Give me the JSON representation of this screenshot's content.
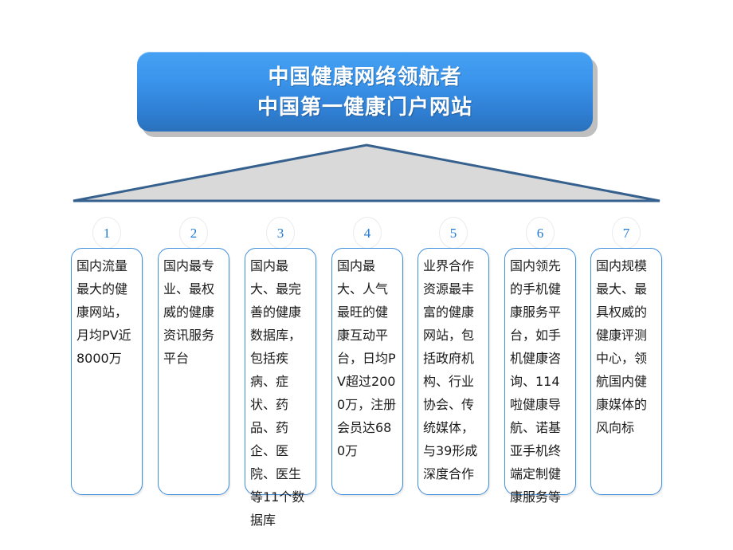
{
  "slide": {
    "background_color": "#ffffff",
    "banner": {
      "lines": [
        "中国健康网络领航者",
        "中国第一健康门户网站"
      ],
      "gradient_top": "#45a1f3",
      "gradient_bottom": "#2a71bc",
      "text_color": "#ffffff"
    },
    "roof": {
      "fill_color": "#d9d9d9",
      "border_color": "#36618e",
      "shape": "triangle"
    },
    "pillars": [
      {
        "number": "1",
        "text": "国内流量最大的健康网站，月均PV近8000万"
      },
      {
        "number": "2",
        "text": "国内最专业、最权威的健康资讯服务平台"
      },
      {
        "number": "3",
        "text": "国内最大、最完善的健康数据库，包括疾病、症状、药品、药企、医院、医生等11个数据库"
      },
      {
        "number": "4",
        "text": "国内最大、人气最旺的健康互动平台，日均PV超过2000万，注册会员达680万"
      },
      {
        "number": "5",
        "text": "业界合作资源最丰富的健康网站，包括政府机构、行业协会、传统媒体，与39形成深度合作"
      },
      {
        "number": "6",
        "text": "国内领先的手机健康服务平台，如手机健康咨询、114啦健康导航、诺基亚手机终端定制健康服务等"
      },
      {
        "number": "7",
        "text": "国内规模最大、最具权威的健康评测中心，领航国内健康媒体的风向标"
      }
    ],
    "accent_colors": {
      "card_border": "#3f8fdc",
      "number_text": "#1f7ad4",
      "circle_border": "#ebebeb"
    }
  }
}
